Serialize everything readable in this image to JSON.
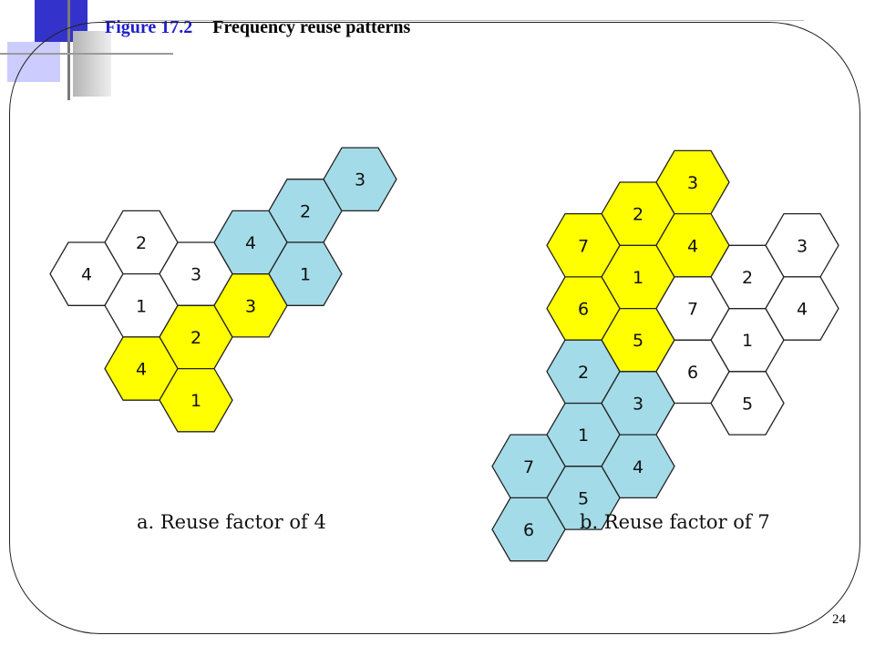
{
  "title": {
    "figure_number": "Figure 17.2",
    "text": "Frequency reuse patterns"
  },
  "page_number": "24",
  "colors": {
    "yellow": "#ffff00",
    "blue": "#a4dbe8",
    "white": "#ffffff",
    "outline": "#222222"
  },
  "diagram_a": {
    "caption": "a. Reuse factor of 4",
    "cells": [
      {
        "label": "2",
        "color": "white",
        "col": 0,
        "row": 0
      },
      {
        "label": "4",
        "color": "white",
        "col": -1,
        "row": 0
      },
      {
        "label": "3",
        "color": "white",
        "col": 1,
        "row": 0
      },
      {
        "label": "1",
        "color": "white",
        "col": 0,
        "row": 1
      },
      {
        "label": "2",
        "color": "yellow",
        "col": 1,
        "row": 1
      },
      {
        "label": "4",
        "color": "yellow",
        "col": 0,
        "row": 2
      },
      {
        "label": "3",
        "color": "yellow",
        "col": 2,
        "row": 1
      },
      {
        "label": "1",
        "color": "yellow",
        "col": 1,
        "row": 2
      },
      {
        "label": "2",
        "color": "blue",
        "col": 3,
        "row": -1
      },
      {
        "label": "4",
        "color": "blue",
        "col": 2,
        "row": 0
      },
      {
        "label": "3",
        "color": "blue",
        "col": 4,
        "row": -1
      },
      {
        "label": "1",
        "color": "blue",
        "col": 3,
        "row": 0
      }
    ]
  },
  "diagram_b": {
    "caption": "b. Reuse factor of 7",
    "cells": [
      {
        "label": "1",
        "color": "yellow",
        "col": 1,
        "row": 1
      },
      {
        "label": "2",
        "color": "yellow",
        "col": 1,
        "row": 0
      },
      {
        "label": "3",
        "color": "yellow",
        "col": 2,
        "row": 0
      },
      {
        "label": "4",
        "color": "yellow",
        "col": 2,
        "row": 1
      },
      {
        "label": "5",
        "color": "yellow",
        "col": 1,
        "row": 2
      },
      {
        "label": "6",
        "color": "yellow",
        "col": 0,
        "row": 2
      },
      {
        "label": "7",
        "color": "yellow",
        "col": 0,
        "row": 1
      },
      {
        "label": "1",
        "color": "blue",
        "col": 0,
        "row": 4
      },
      {
        "label": "2",
        "color": "blue",
        "col": 0,
        "row": 3
      },
      {
        "label": "3",
        "color": "blue",
        "col": 1,
        "row": 3
      },
      {
        "label": "4",
        "color": "blue",
        "col": 1,
        "row": 4
      },
      {
        "label": "5",
        "color": "blue",
        "col": 0,
        "row": 5
      },
      {
        "label": "6",
        "color": "blue",
        "col": -1,
        "row": 5
      },
      {
        "label": "7",
        "color": "blue",
        "col": -1,
        "row": 4
      },
      {
        "label": "1",
        "color": "white",
        "col": 3,
        "row": 2
      },
      {
        "label": "2",
        "color": "white",
        "col": 3,
        "row": 1
      },
      {
        "label": "3",
        "color": "white",
        "col": 4,
        "row": 1
      },
      {
        "label": "4",
        "color": "white",
        "col": 4,
        "row": 2
      },
      {
        "label": "5",
        "color": "white",
        "col": 3,
        "row": 3
      },
      {
        "label": "6",
        "color": "white",
        "col": 2,
        "row": 3
      },
      {
        "label": "7",
        "color": "white",
        "col": 2,
        "row": 2
      }
    ]
  }
}
